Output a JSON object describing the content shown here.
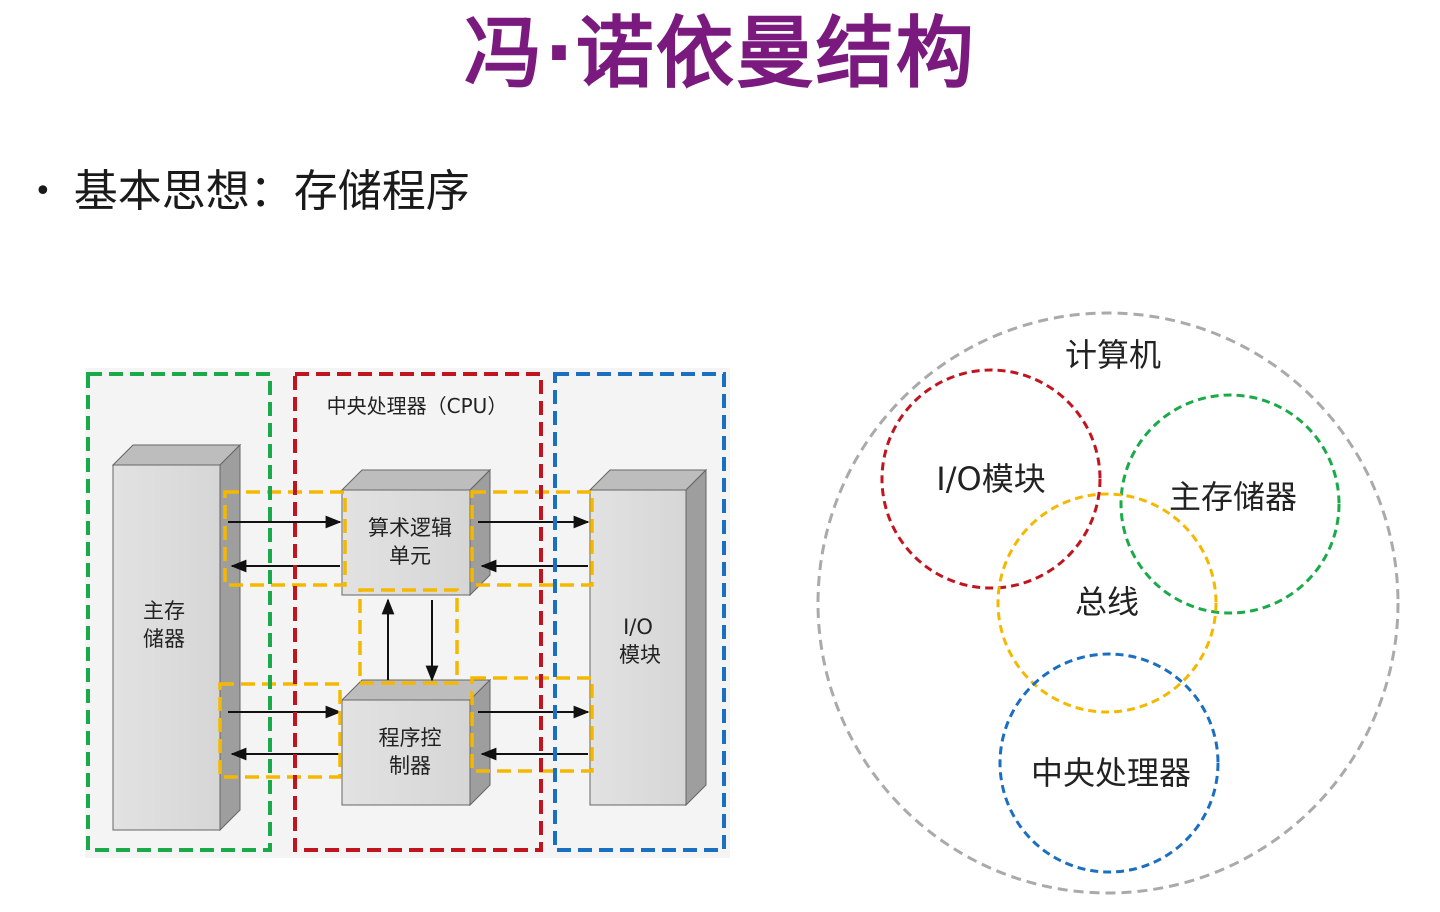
{
  "slide": {
    "title": "冯·诺依曼结构",
    "bullet_marker": "•",
    "bullet_text": "基本思想：存储程序"
  },
  "left_diagram": {
    "cpu_label": "中央处理器（CPU）",
    "memory_label_line1": "主存",
    "memory_label_line2": "储器",
    "alu_label_line1": "算术逻辑",
    "alu_label_line2": "单元",
    "control_label_line1": "程序控",
    "control_label_line2": "制器",
    "io_label_line1": "I/O",
    "io_label_line2": "模块"
  },
  "right_diagram": {
    "computer_label": "计算机",
    "io_label": "I/O模块",
    "memory_label": "主存储器",
    "bus_label": "总线",
    "cpu_label": "中央处理器"
  },
  "colors": {
    "title": "#7b1a7e",
    "memory_green": "#1aaa4a",
    "cpu_red": "#c0151f",
    "io_blue": "#1a6fc0",
    "bus_yellow": "#f5b800",
    "computer_gray": "#aaaaaa"
  }
}
